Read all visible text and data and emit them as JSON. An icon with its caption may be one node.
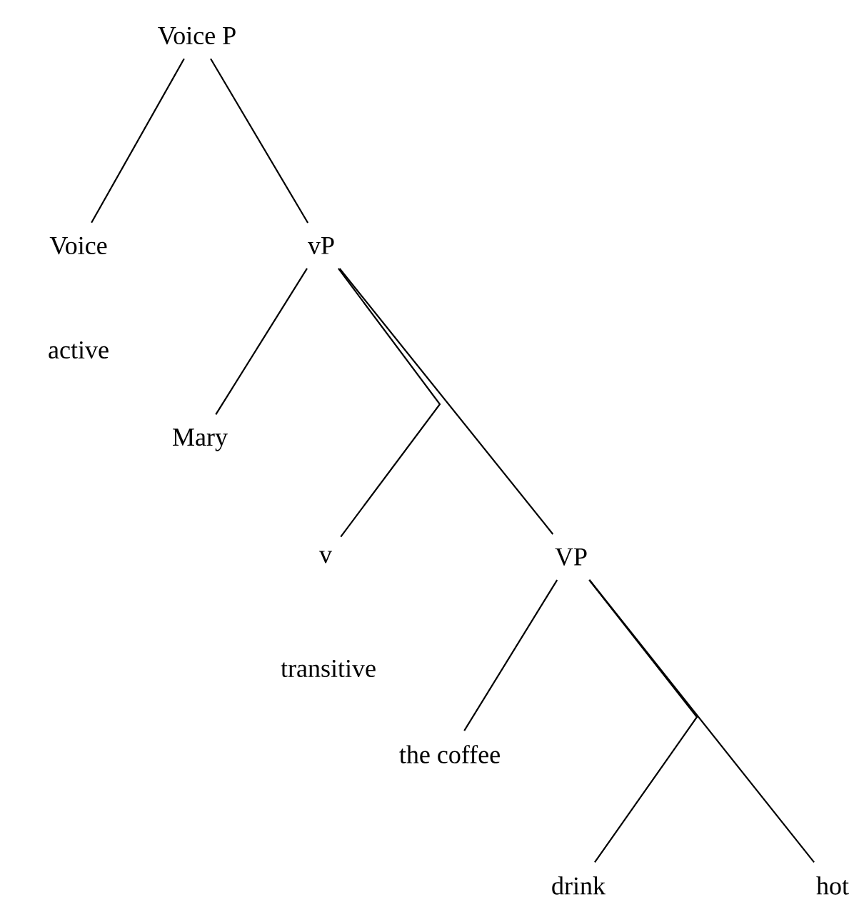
{
  "diagram": {
    "nodes": [
      {
        "text": [
          "Voice P"
        ]
      },
      {
        "text": [
          "Voice"
        ],
        "beside": [
          "active"
        ]
      },
      {
        "text": [
          "vP"
        ]
      },
      {
        "text": [
          "Mary"
        ]
      },
      {
        "text": [
          "v"
        ],
        "beside": [
          "transitive"
        ]
      },
      {
        "text": [
          "VP"
        ]
      },
      {
        "text": [
          "the coffee"
        ]
      },
      {
        "text": [
          "drink"
        ]
      },
      {
        "text": [
          "hot"
        ]
      }
    ],
    "edges": [
      {
        "from": 0,
        "to": 1,
        "arrow": "none"
      },
      {
        "from": 0,
        "to": 2,
        "arrow": "none"
      },
      {
        "from": 2,
        "to": 3,
        "arrow": "none"
      },
      {
        "from": 2,
        "to": 4,
        "arrow": "none"
      },
      {
        "from": 2,
        "to": 5,
        "arrow": "none"
      },
      {
        "from": 5,
        "to": 6,
        "arrow": "none"
      },
      {
        "from": 5,
        "to": 7,
        "arrow": "none"
      },
      {
        "from": 5,
        "to": 8,
        "arrow": "none"
      }
    ]
  }
}
